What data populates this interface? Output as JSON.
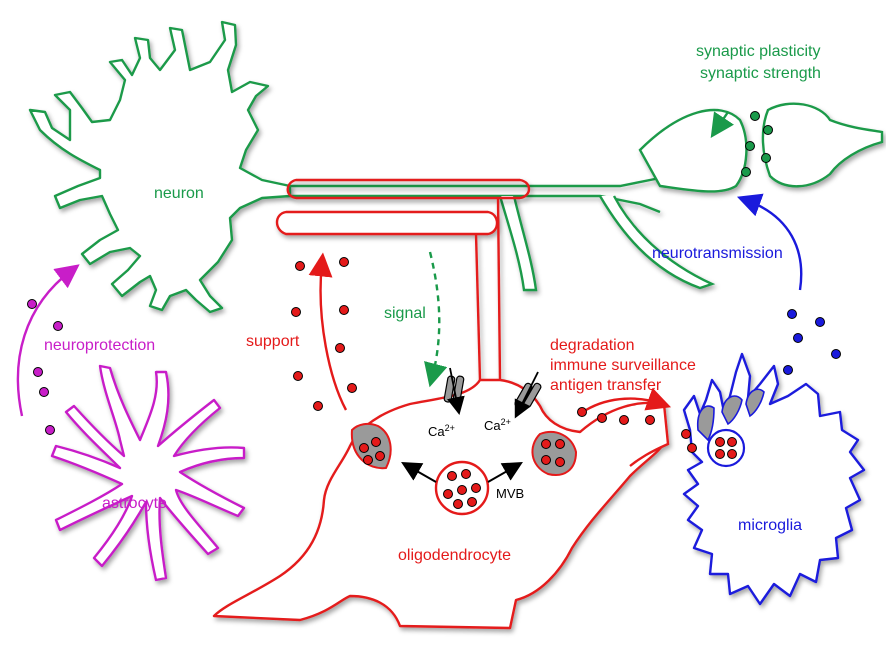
{
  "colors": {
    "neuron": "#1a9a4a",
    "oligodendrocyte": "#e41a1a",
    "microglia": "#1a1adc",
    "astrocyte": "#c81ec8",
    "ink": "#000000",
    "channel": "#9a9a9a"
  },
  "labels": {
    "neuron": "neuron",
    "synaptic_plasticity": "synaptic plasticity",
    "synaptic_strength": "synaptic strength",
    "neurotransmission": "neurotransmission",
    "signal": "signal",
    "support": "support",
    "neuroprotection": "neuroprotection",
    "degradation": "degradation",
    "immune_surveillance": "immune surveillance",
    "antigen_transfer": "antigen transfer",
    "ca_left_base": "Ca",
    "ca_left_sup": "2+",
    "ca_right_base": "Ca",
    "ca_right_sup": "2+",
    "mvb": "MVB",
    "astrocyte": "astrocyte",
    "oligodendrocyte": "oligodendrocyte",
    "microglia": "microglia"
  }
}
